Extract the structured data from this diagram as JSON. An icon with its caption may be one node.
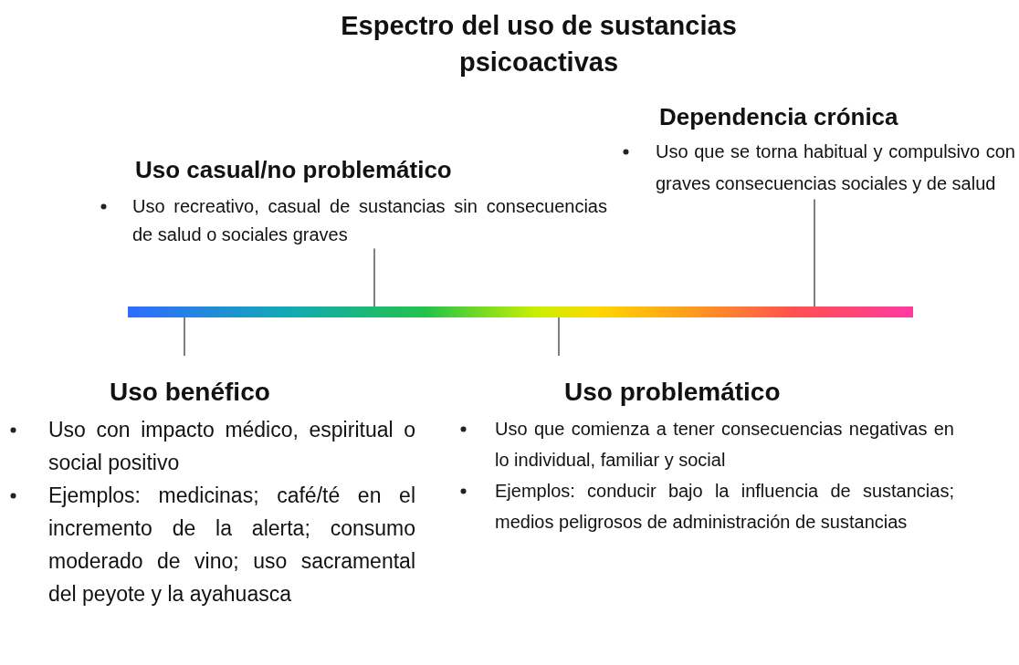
{
  "diagram": {
    "title": "Espectro del uso de sustancias psicoactivas",
    "nodes": [
      {
        "text": [],
        "shape": "bar"
      },
      {
        "text": [
          "Uso casual/no problemático",
          "Uso recreativo, casual de sustancias sin consecuencias de salud o sociales graves"
        ]
      },
      {
        "text": [
          "Dependencia crónica",
          "Uso que se torna habitual y compulsivo con graves consecuencias sociales y de salud"
        ]
      },
      {
        "text": [
          "Uso benéfico",
          "Uso con impacto médico, espiritual o social positivo",
          "Ejemplos: medicinas; café/té en el incremento de la alerta; consumo moderado de vino; uso sacramental del peyote y la ayahuasca"
        ]
      },
      {
        "text": [
          "Uso problemático",
          "Uso que comienza a tener consecuencias negativas en lo individual, familiar y social",
          "Ejemplos: conducir bajo la influencia de sustancias; medios peligrosos de administración de sustancias"
        ]
      }
    ],
    "edges": [
      {
        "from": 1,
        "to": 0,
        "arrow": "none"
      },
      {
        "from": 2,
        "to": 0,
        "arrow": "none"
      },
      {
        "from": 3,
        "to": 0,
        "arrow": "none"
      },
      {
        "from": 4,
        "to": 0,
        "arrow": "none"
      }
    ]
  }
}
